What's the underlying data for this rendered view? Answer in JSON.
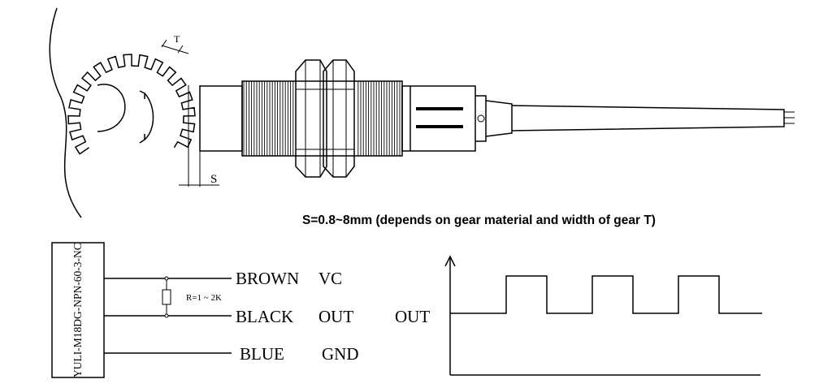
{
  "sensor": {
    "gap_label": "S",
    "tooth_label": "T",
    "spec_note": "S=0.8~8mm (depends on gear material and width of gear T)"
  },
  "wiring": {
    "model": "YULI-M18DG-NPN-60-3-NC",
    "resistor": "R=1 ~ 2K",
    "wires": [
      {
        "color": "BROWN",
        "signal": "VC"
      },
      {
        "color": "BLACK",
        "signal": "OUT"
      },
      {
        "color": "BLUE",
        "signal": "GND"
      }
    ],
    "output_label": "OUT"
  },
  "waveform": {
    "pulses": 3,
    "low_level": 0,
    "high_level": 1
  }
}
